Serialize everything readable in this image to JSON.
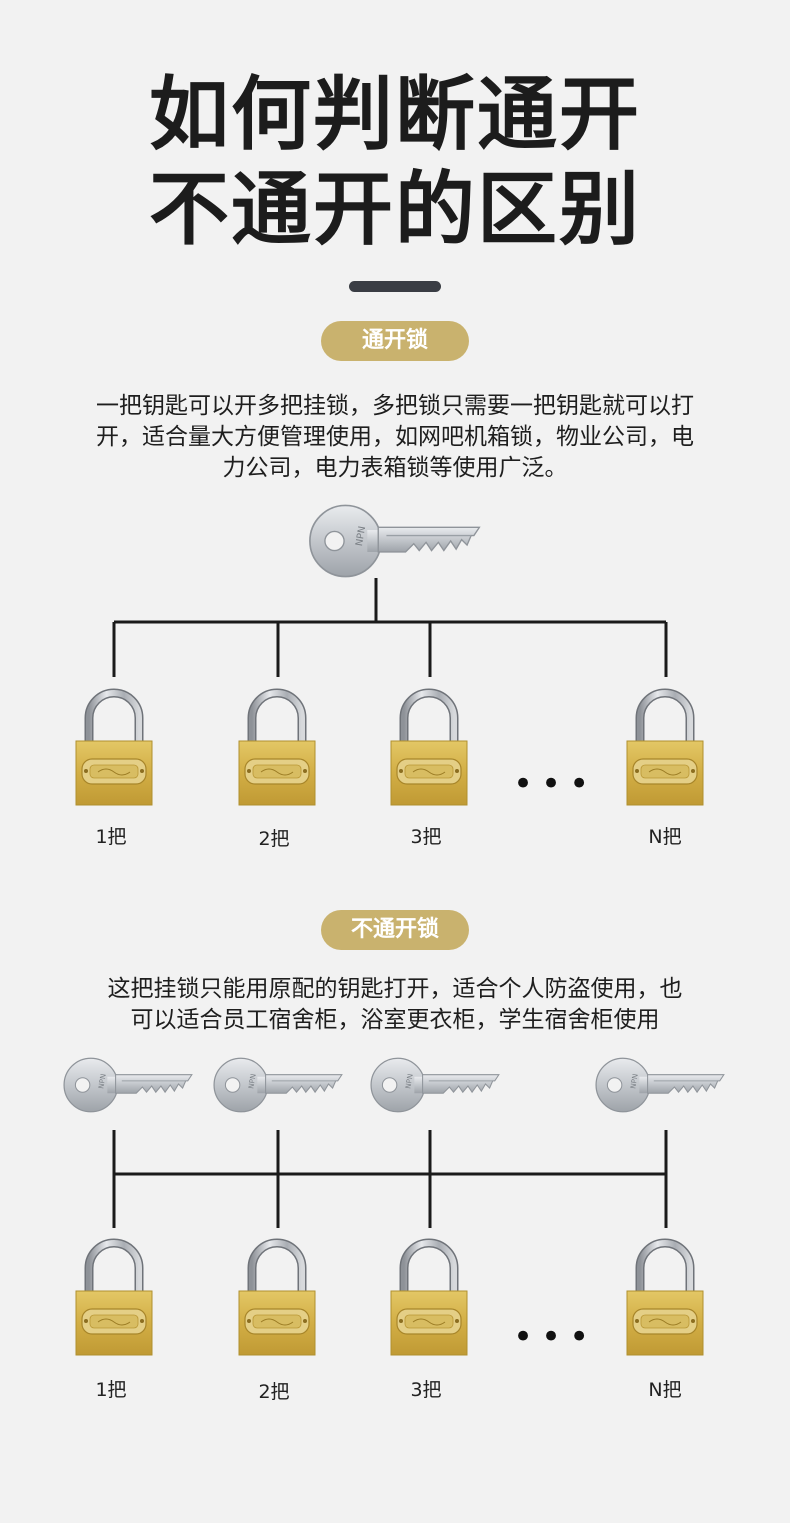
{
  "title": {
    "line1": "如何判断通开",
    "line2": "不通开的区别"
  },
  "section_common": {
    "badge": "通开锁",
    "desc_line1": "一把钥匙可以开多把挂锁，多把锁只需要一把钥匙就可以打",
    "desc_line2": "开，适合量大方便管理使用，如网吧机箱锁，物业公司，电",
    "desc_line3": "力公司，电力表箱锁等使用广泛。",
    "labels": [
      "1把",
      "2把",
      "3把",
      "N把"
    ],
    "ellipsis": "•••"
  },
  "section_unique": {
    "badge": "不通开锁",
    "desc_line1": "这把挂锁只能用原配的钥匙打开，适合个人防盗使用，也",
    "desc_line2": "可以适合员工宿舍柜，浴室更衣柜，学生宿舍柜使用",
    "labels": [
      "1把",
      "2把",
      "3把",
      "N把"
    ],
    "ellipsis": "•••"
  },
  "colors": {
    "badge_gold": "#c9b26e",
    "brass": "#d4b24c",
    "line": "#1a1a1a"
  }
}
